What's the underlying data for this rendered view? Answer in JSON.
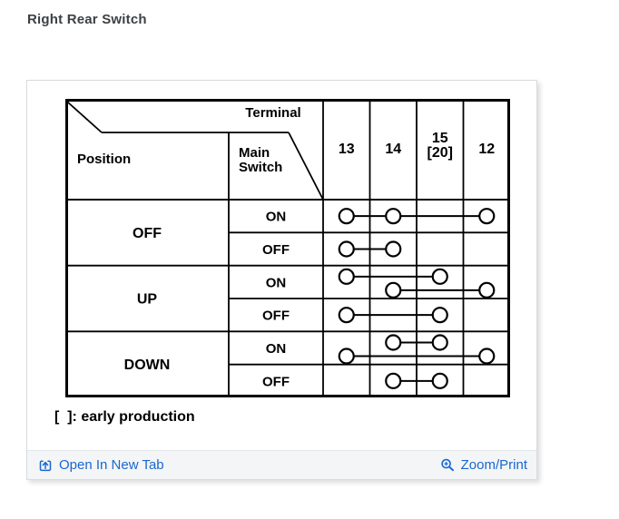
{
  "page": {
    "title": "Right Rear Switch"
  },
  "card": {
    "note": "[  ]: early production",
    "footer": {
      "open_in_new_tab": {
        "label": "Open In New Tab"
      },
      "zoom_print": {
        "label": "Zoom/Print"
      }
    }
  },
  "colors": {
    "table_ink": "#000000",
    "link_blue": "#1967d2",
    "title_ink": "#3c4043",
    "footer_bg": "#f3f5f6"
  },
  "chart_data": {
    "type": "table",
    "title": "Right Rear Switch terminal continuity",
    "header": {
      "terminal_label": "Terminal",
      "position_label": "Position",
      "main_switch_label": [
        "Main",
        "Switch"
      ]
    },
    "terminals": [
      {
        "id": "13",
        "label": "13"
      },
      {
        "id": "14",
        "label": "14"
      },
      {
        "id": "15",
        "label": "15",
        "sublabel": "[20]"
      },
      {
        "id": "12",
        "label": "12"
      }
    ],
    "positions": [
      {
        "label": "OFF",
        "span": 2
      },
      {
        "label": "UP",
        "span": 2
      },
      {
        "label": "DOWN",
        "span": 2
      }
    ],
    "rows": [
      {
        "position": "OFF",
        "main_switch": "ON",
        "links": [
          {
            "terminals": [
              "13",
              "14",
              "12"
            ],
            "offset": 0
          }
        ]
      },
      {
        "position": "OFF",
        "main_switch": "OFF",
        "links": [
          {
            "terminals": [
              "13",
              "14"
            ],
            "offset": 0
          }
        ]
      },
      {
        "position": "UP",
        "main_switch": "ON",
        "links": [
          {
            "terminals": [
              "13",
              "15"
            ],
            "offset": -6
          },
          {
            "terminals": [
              "14",
              "12"
            ],
            "offset": 9
          }
        ]
      },
      {
        "position": "UP",
        "main_switch": "OFF",
        "links": [
          {
            "terminals": [
              "13",
              "15"
            ],
            "offset": 0
          }
        ]
      },
      {
        "position": "DOWN",
        "main_switch": "ON",
        "links": [
          {
            "terminals": [
              "14",
              "15"
            ],
            "offset": -6
          },
          {
            "terminals": [
              "13",
              "12"
            ],
            "offset": 9
          }
        ]
      },
      {
        "position": "DOWN",
        "main_switch": "OFF",
        "links": [
          {
            "terminals": [
              "14",
              "15"
            ],
            "offset": 0
          }
        ]
      }
    ]
  }
}
